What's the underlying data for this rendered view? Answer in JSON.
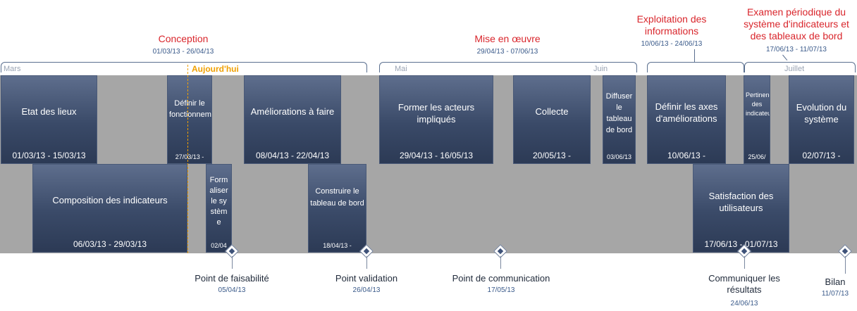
{
  "phases": {
    "conception": {
      "title": "Conception",
      "dates": "01/03/13 - 26/04/13"
    },
    "mise_en_oeuvre": {
      "title": "Mise en œuvre",
      "dates": "29/04/13 - 07/06/13"
    },
    "exploitation": {
      "title": "Exploitation des informations",
      "dates": "10/06/13 - 24/06/13"
    },
    "examen": {
      "title": "Examen périodique du système d'indicateurs et des tableaux de bord",
      "dates": "17/06/13 - 11/07/13"
    }
  },
  "months": {
    "mars": "Mars",
    "mai": "Mai",
    "juin": "Juin",
    "juillet": "Juillet"
  },
  "today": {
    "label": "Aujourd'hui"
  },
  "tasks": {
    "etat": {
      "name": "Etat des lieux",
      "dates": "01/03/13 - 15/03/13"
    },
    "composition": {
      "name": "Composition des indicateurs",
      "dates": "06/03/13 - 29/03/13"
    },
    "definir_fonct": {
      "name": "Définir le fonctionnement",
      "dates": "27/03/13 -"
    },
    "formaliser": {
      "name": "Formaliser le système",
      "dates": "02/04"
    },
    "ameliorations": {
      "name": "Améliorations à faire",
      "dates": "08/04/13 - 22/04/13"
    },
    "construire": {
      "name": "Construire le tableau de bord",
      "dates": "18/04/13 -"
    },
    "former": {
      "name": "Former les acteurs impliqués",
      "dates": "29/04/13 - 16/05/13"
    },
    "collecte": {
      "name": "Collecte",
      "dates": "20/05/13 -"
    },
    "diffuser": {
      "name": "Diffuser le tableau de bord",
      "dates": "03/06/13"
    },
    "definir_axes": {
      "name": "Définir les axes d'améliorations",
      "dates": "10/06/13 -"
    },
    "satisfaction": {
      "name": "Satisfaction des utilisateurs",
      "dates": "17/06/13 - 01/07/13"
    },
    "pertinence": {
      "name": "Pertinence des indicateurs",
      "dates": "25/06/"
    },
    "evolution": {
      "name": "Evolution du système",
      "dates": "02/07/13 -"
    }
  },
  "milestones": {
    "faisabilite": {
      "name": "Point de faisabilité",
      "date": "05/04/13"
    },
    "validation": {
      "name": "Point validation",
      "date": "26/04/13"
    },
    "communication": {
      "name": "Point de communication",
      "date": "17/05/13"
    },
    "communiquer": {
      "name": "Communiquer les résultats",
      "date": "24/06/13"
    },
    "bilan": {
      "name": "Bilan",
      "date": "11/07/13"
    }
  }
}
